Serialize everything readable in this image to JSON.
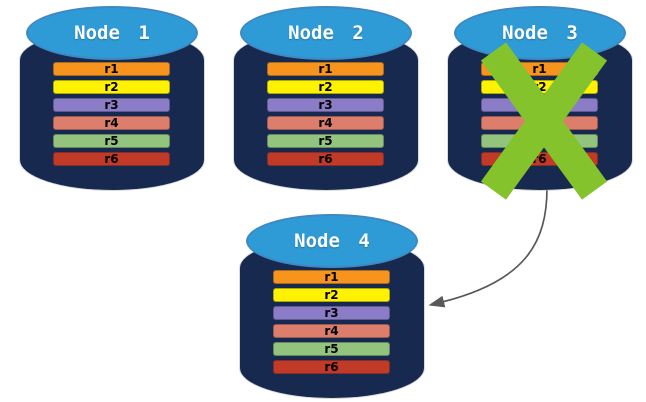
{
  "nodes": [
    {
      "title": "Node 1",
      "failed": false
    },
    {
      "title": "Node 2",
      "failed": false
    },
    {
      "title": "Node 3",
      "failed": true
    },
    {
      "title": "Node 4",
      "failed": false
    }
  ],
  "record_labels": [
    "r1",
    "r2",
    "r3",
    "r4",
    "r5",
    "r6"
  ],
  "record_colors": [
    "#F7941D",
    "#FFF200",
    "#8B7CC8",
    "#DC7E6B",
    "#93C47D",
    "#C13A27"
  ],
  "failover_arrow": {
    "from": "Node 3",
    "to": "Node 4"
  },
  "failure_marker": {
    "icon": "x-cross-icon",
    "node": "Node 3"
  },
  "colors": {
    "background": "#FFFFFF",
    "cylinder_body": "#17294E",
    "cylinder_top": "#2E9AD6",
    "cylinder_top_rim": "#3F89C2",
    "node_title_text": "#FFFFFF",
    "record_text": "#000000",
    "failure_x": "#84C32B",
    "arrow": "#595959"
  }
}
